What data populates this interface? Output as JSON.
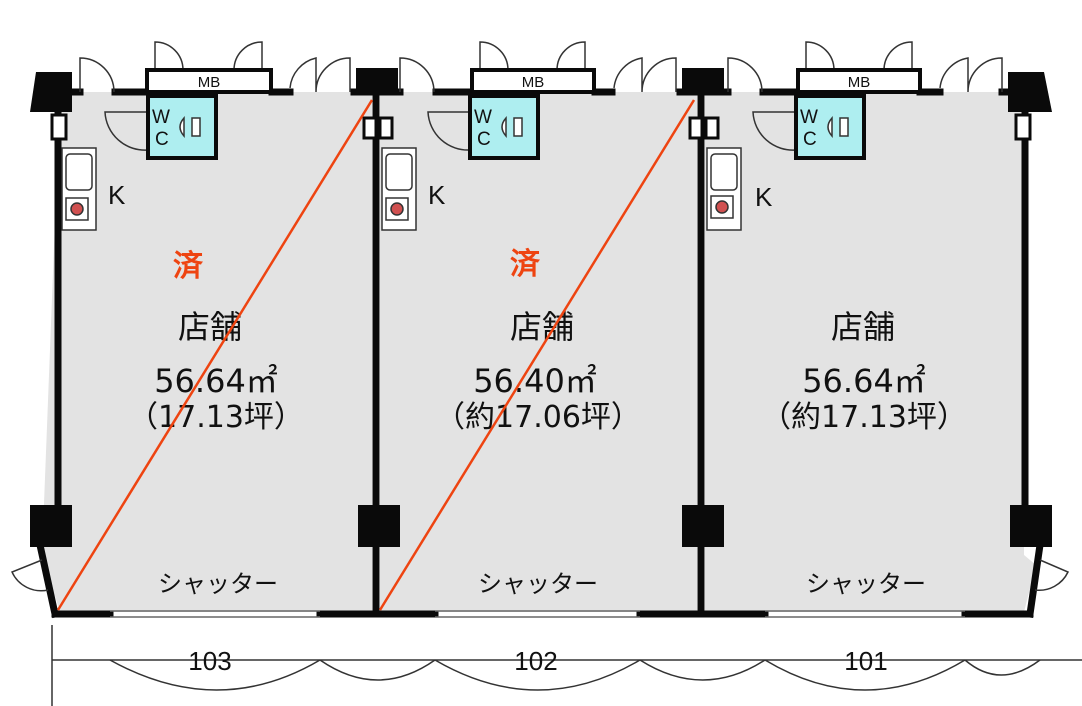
{
  "colors": {
    "floor": "#e3e3e3",
    "wall": "#0a0a0a",
    "wc": "#aeeef0",
    "sold_mark": "#ee4411"
  },
  "units": [
    {
      "number": "103",
      "use": "店舗",
      "area_m2": "56.64㎡",
      "area_tsubo": "（17.13坪）",
      "kitchen": "K",
      "mb": "MB",
      "wc_w": "W",
      "wc_c": "C",
      "shutter": "シャッター",
      "sold": "済"
    },
    {
      "number": "102",
      "use": "店舗",
      "area_m2": "56.40㎡",
      "area_tsubo": "（約17.06坪）",
      "kitchen": "K",
      "mb": "MB",
      "wc_w": "W",
      "wc_c": "C",
      "shutter": "シャッター",
      "sold": "済"
    },
    {
      "number": "101",
      "use": "店舗",
      "area_m2": "56.64㎡",
      "area_tsubo": "（約17.13坪）",
      "kitchen": "K",
      "mb": "MB",
      "wc_w": "W",
      "wc_c": "C",
      "shutter": "シャッター",
      "sold": ""
    }
  ]
}
